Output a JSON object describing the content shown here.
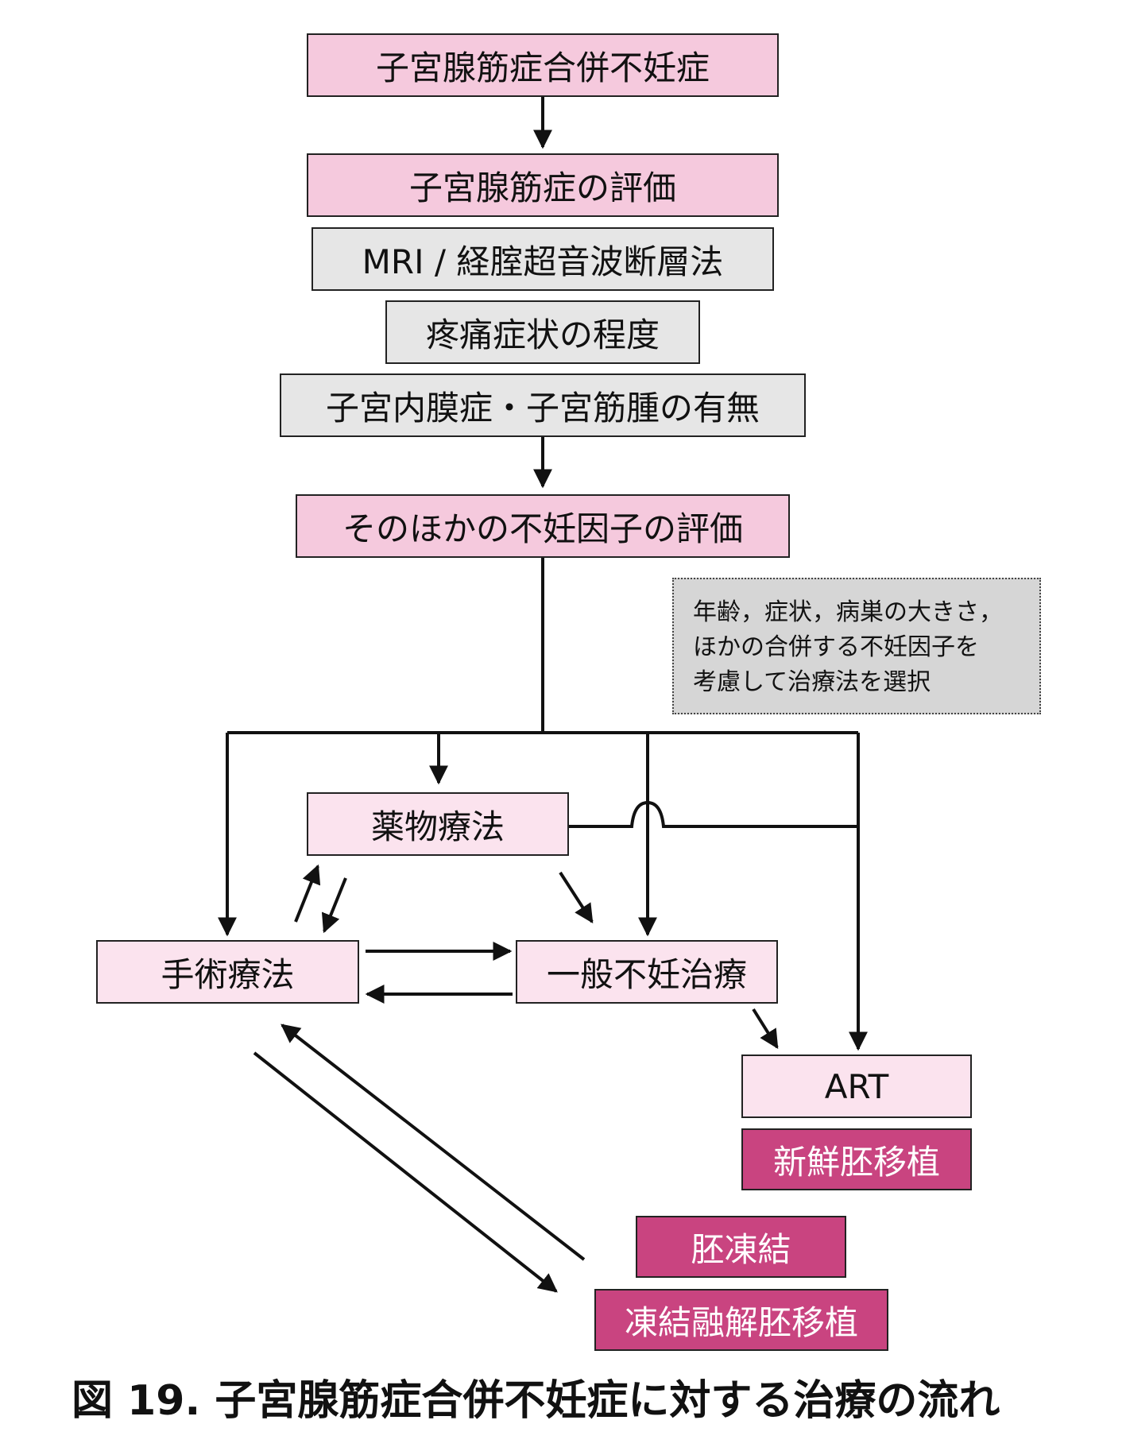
{
  "boxes": {
    "infertility_with_adenomyosis": "子宮腺筋症合併不妊症",
    "adenomyosis_evaluation": "子宮腺筋症の評価",
    "imaging": "MRI / 経腟超音波断層法",
    "pain_severity": "疼痛症状の程度",
    "comorbidity": "子宮内膜症・子宮筋腫の有無",
    "other_factors_evaluation": "そのほかの不妊因子の評価",
    "drug_therapy": "薬物療法",
    "surgical_therapy": "手術療法",
    "general_infertility_treatment": "一般不妊治療",
    "art": "ART",
    "fresh_embryo_transfer": "新鮮胚移植",
    "embryo_freezing": "胚凍結",
    "frozen_thawed_embryo_transfer": "凍結融解胚移植"
  },
  "note": {
    "line1": "年齢，症状，病巣の大きさ，",
    "line2": "ほかの合併する不妊因子を",
    "line3": "考慮して治療法を選択"
  },
  "caption": "図 19.  子宮腺筋症合併不妊症に対する治療の流れ",
  "colors": {
    "header_pink": "#f5c9dd",
    "light_pink": "#fbe3ee",
    "dark_pink": "#c94480",
    "gray": "#e6e6e6",
    "note_gray": "#d6d6d6"
  }
}
